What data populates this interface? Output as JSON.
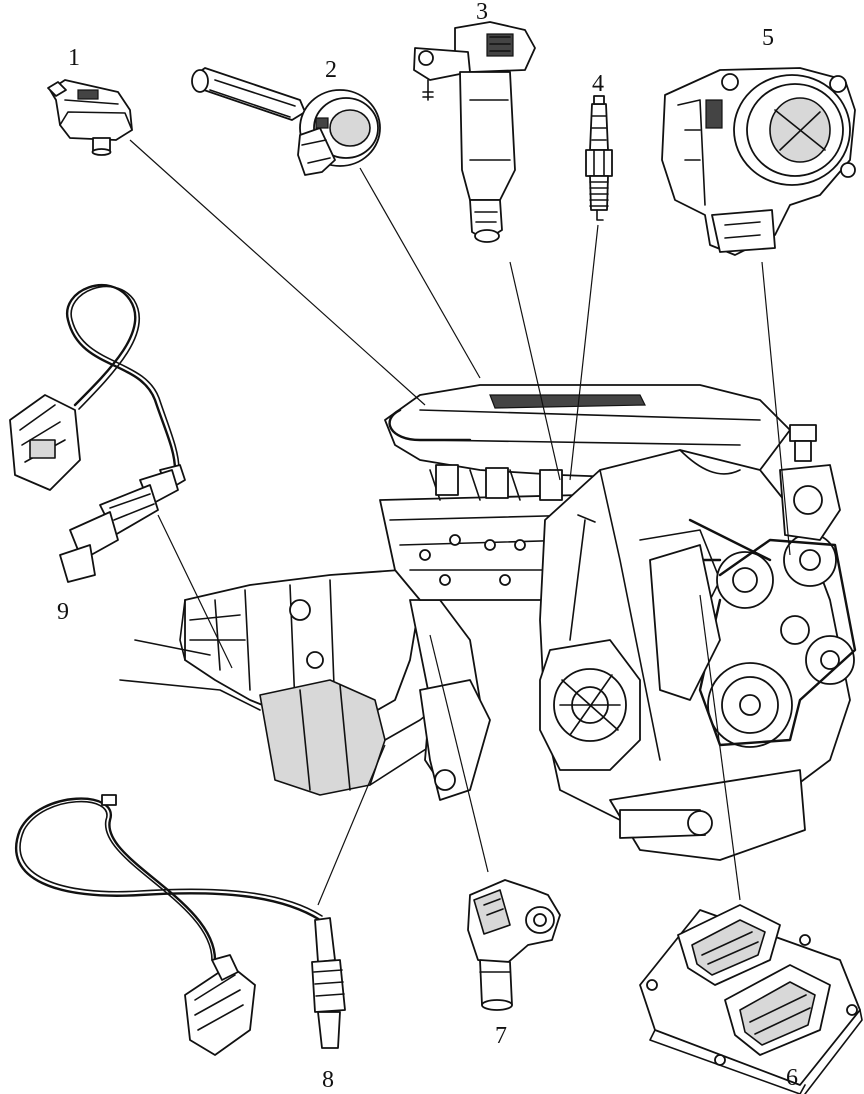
{
  "labels": {
    "p1": "1",
    "p2": "2",
    "p3": "3",
    "p4": "4",
    "p5": "5",
    "p6": "6",
    "p7": "7",
    "p8": "8",
    "p9": "9"
  },
  "components": [
    {
      "id": "1",
      "icon": "map-sensor-icon"
    },
    {
      "id": "2",
      "icon": "egr-valve-icon"
    },
    {
      "id": "3",
      "icon": "ignition-coil-icon"
    },
    {
      "id": "4",
      "icon": "spark-plug-icon"
    },
    {
      "id": "5",
      "icon": "throttle-body-icon"
    },
    {
      "id": "6",
      "icon": "ecu-icon"
    },
    {
      "id": "7",
      "icon": "camshaft-sensor-icon"
    },
    {
      "id": "8",
      "icon": "downstream-oxygen-sensor-icon"
    },
    {
      "id": "9",
      "icon": "upstream-oxygen-sensor-icon"
    }
  ],
  "center": {
    "icon": "engine-assembly-icon"
  }
}
